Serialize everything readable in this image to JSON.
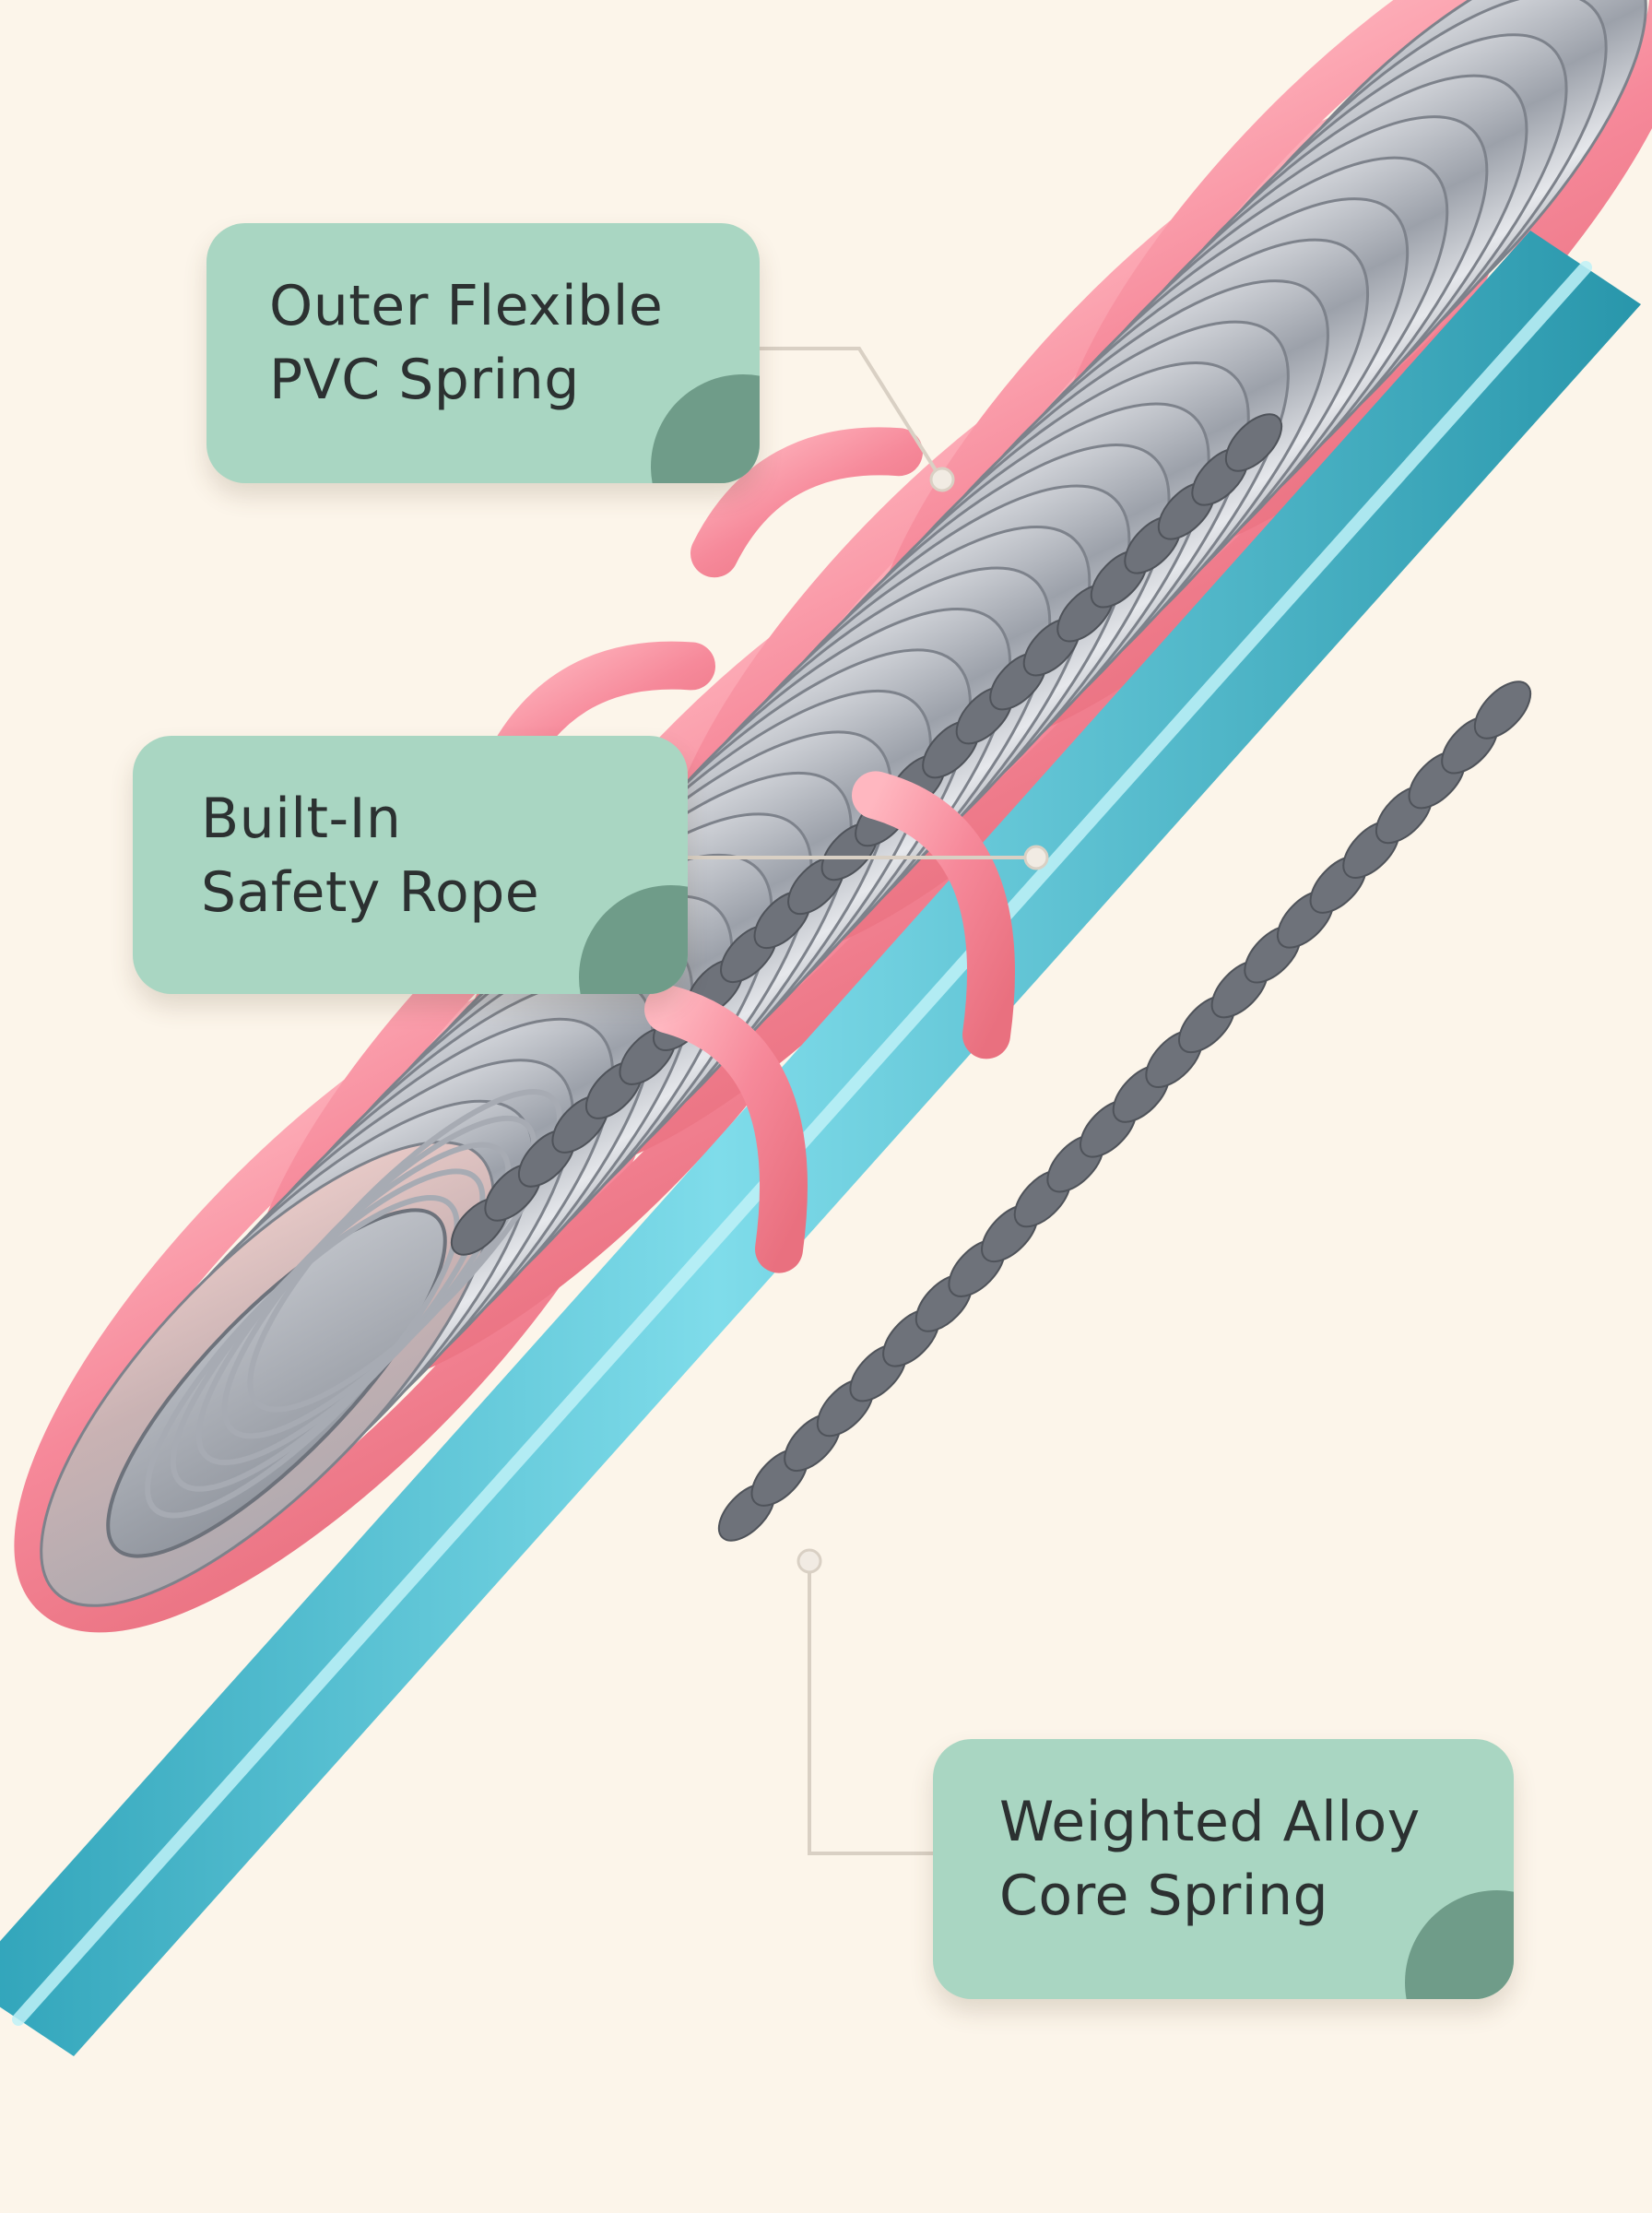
{
  "callouts": {
    "outer_spring": {
      "line1": "Outer Flexible",
      "line2": "PVC Spring"
    },
    "safety_rope": {
      "line1": "Built-In",
      "line2": "Safety Rope"
    },
    "core_spring": {
      "line1": "Weighted Alloy",
      "line2": "Core Spring"
    }
  },
  "colors": {
    "background": "#fcf5ea",
    "callout_fill": "#a9d6c2",
    "callout_accent": "#6f9c89",
    "callout_text": "#2c3131",
    "leader_line": "#d9d0c4",
    "pvc_spring": "#f58a98",
    "alloy_spring": "#b9bcc4",
    "safety_rope": "#45b8cc"
  }
}
